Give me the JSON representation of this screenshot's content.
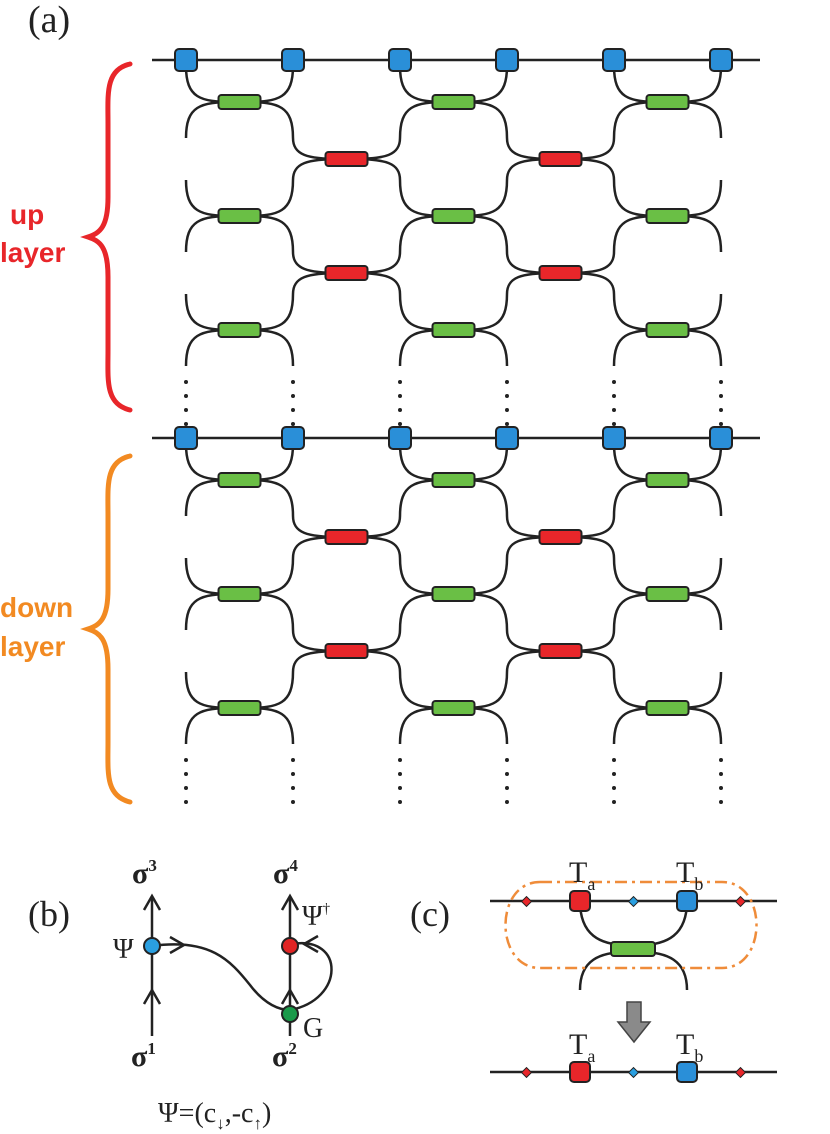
{
  "panel_a": {
    "label": "(a)",
    "up_layer_label": [
      "up",
      "layer"
    ],
    "down_layer_label": [
      "down",
      "layer"
    ],
    "ellipsis": "⋮"
  },
  "panel_b": {
    "label": "(b)",
    "sigma_top_left": "σ",
    "sigma_top_left_sup": "3",
    "sigma_top_right": "σ",
    "sigma_top_right_sup": "4",
    "sigma_bottom_left": "σ",
    "sigma_bottom_left_sup": "1",
    "sigma_bottom_right": "σ",
    "sigma_bottom_right_sup": "2",
    "psi_label": "Ψ",
    "psi_dagger_label": "Ψ",
    "psi_dagger_sup": "†",
    "g_label": "G",
    "equation": "Ψ=(c",
    "equation_sub1": "↓",
    "equation_mid": ",-c",
    "equation_sub2": "↑",
    "equation_end": ")"
  },
  "panel_c": {
    "label": "(c)",
    "ta_label": "T",
    "ta_sub": "a",
    "tb_label": "T",
    "tb_sub": "b"
  },
  "colors": {
    "blue": "#2a8fd8",
    "green": "#6abf45",
    "red": "#e8262a",
    "up_bracket": "#e8262a",
    "down_bracket": "#f28a22",
    "line": "#222222",
    "dashed_orange": "#ef8c3a",
    "arrow_gray": "#8a8a8a"
  }
}
